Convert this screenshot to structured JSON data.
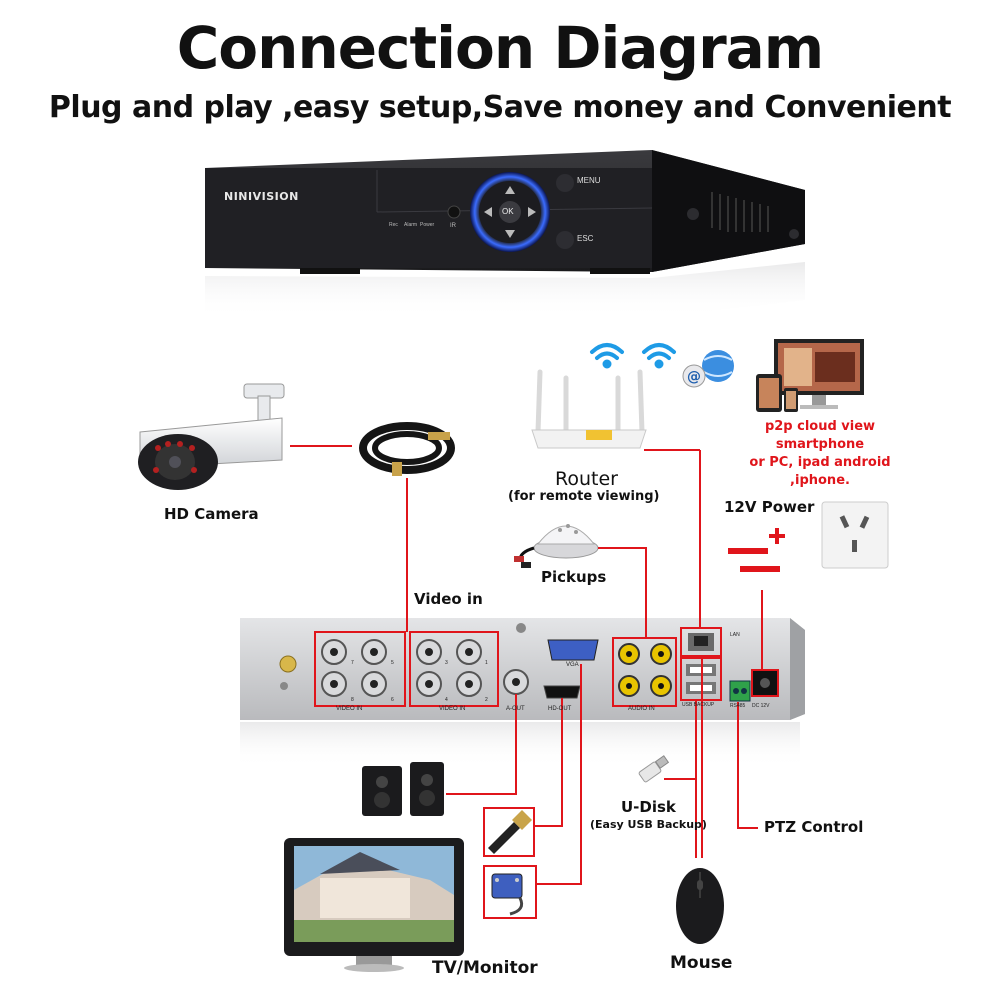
{
  "header": {
    "title": "Connection Diagram",
    "subtitle": "Plug and play ,easy setup,Save money and Convenient"
  },
  "dvr_front": {
    "brand": "NINIVISION",
    "menu_label": "MENU",
    "esc_label": "ESC",
    "ok_label": "OK",
    "indicators": [
      "Rec",
      "Alarm",
      "Power"
    ],
    "ir_label": "IR"
  },
  "labels": {
    "hd_camera": "HD Camera",
    "video_in": "Video in",
    "router": "Router",
    "router_sub": "(for remote viewing)",
    "p2p_line1": "p2p cloud  view smartphone",
    "p2p_line2": "or PC, ipad android ,iphone.",
    "power": "12V Power",
    "pickups": "Pickups",
    "udisk": "U-Disk",
    "udisk_sub": "(Easy USB Backup)",
    "ptz": "PTZ Control",
    "tv": "TV/Monitor",
    "mouse": "Mouse"
  },
  "rear_panel": {
    "video_in_label": "VIDEO IN",
    "aout_label": "A-OUT",
    "hdout_label": "HD-OUT",
    "vga_label": "VGA",
    "audio_in_label": "AUDIO IN",
    "lan_label": "LAN",
    "usb_label": "USB BACKUP",
    "rs485_label": "RS485",
    "dc_label": "DC 12V",
    "video_numbers_left": [
      "7",
      "5",
      "8",
      "6"
    ],
    "video_numbers_right": [
      "3",
      "1",
      "4",
      "2"
    ]
  },
  "colors": {
    "accent_red": "#e0151b",
    "device_black": "#1b1b1d",
    "panel_gray": "#c9cacc"
  }
}
